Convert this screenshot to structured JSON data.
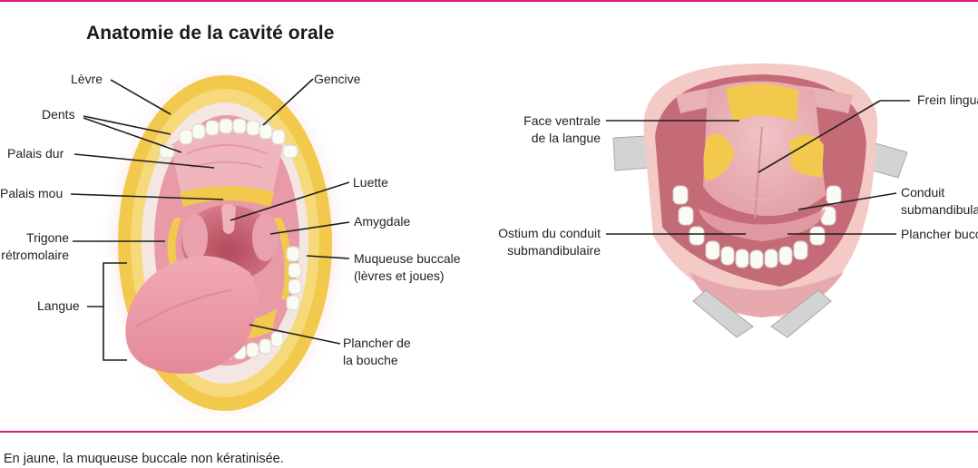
{
  "title": "Anatomie de la cavité orale",
  "caption": "En jaune, la muqueuse buccale non kératinisée.",
  "colors": {
    "accent_rule": "#e0197e",
    "non_keratinized_mucosa": "#f2c94c",
    "mucosa_pink": "#e59aa6",
    "tooth": "#fbfbf6",
    "skin": "#f7d6d3"
  },
  "left_figure": {
    "labels": {
      "levre": "Lèvre",
      "gencive": "Gencive",
      "dents": "Dents",
      "palais_dur": "Palais dur",
      "palais_mou": "Palais mou",
      "luette": "Luette",
      "amygdale": "Amygdale",
      "trigone_1": "Trigone",
      "trigone_2": "rétromolaire",
      "muqueuse_1": "Muqueuse buccale",
      "muqueuse_2": "(lèvres et joues)",
      "langue": "Langue",
      "plancher_1": "Plancher de",
      "plancher_2": "la bouche"
    }
  },
  "right_figure": {
    "labels": {
      "face_1": "Face ventrale",
      "face_2": "de la langue",
      "frein": "Frein lingual",
      "conduit_1": "Conduit",
      "conduit_2": "submandibulaire",
      "ostium_1": "Ostium du conduit",
      "ostium_2": "submandibulaire",
      "plancher": "Plancher buccal"
    }
  }
}
